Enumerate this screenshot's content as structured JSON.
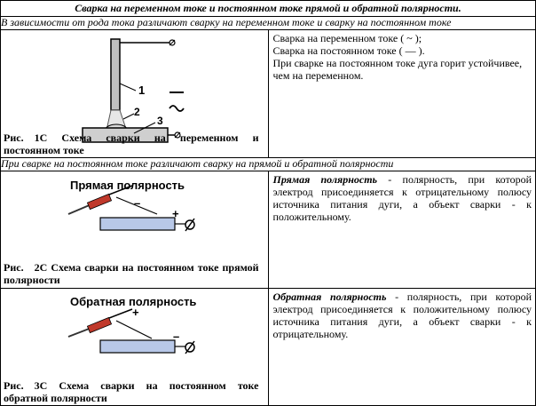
{
  "title": "Сварка на переменном токе и постоянном токе прямой и обратной полярности.",
  "section1": "В зависимости от  рода тока различают сварку на переменном токе и сварку на постоянном токе",
  "row1": {
    "caption_label": "Рис.",
    "caption_text": "1С Схема сварки на переменном и постоянном токе",
    "diagram_labels": {
      "electrode_num": "1",
      "arc_num": "2",
      "workpiece_num": "3"
    },
    "right_lines": [
      "Сварка на переменном токе ( ~ );",
      "Сварка на постоянном токе ( — ).",
      "При сварке на постоянном токе дуга горит устойчивее, чем на переменном."
    ]
  },
  "section2": "При сварке на постоянном токе различают сварку на прямой и обратной полярности",
  "row2": {
    "diagram_title": "Прямая полярность",
    "minus": "–",
    "plus": "+",
    "caption_label": "Рис.",
    "caption_text": "2С Схема сварки на постоянном токе прямой полярности",
    "term": "Прямая полярность",
    "desc": " - полярность, при которой электрод присоединяется к отрицательному полюсу источника питания дуги, а объект сварки - к положительному."
  },
  "row3": {
    "diagram_title": "Обратная полярность",
    "minus": "–",
    "plus": "+",
    "caption_label": "Рис.",
    "caption_text": "3С Схема сварки на постоянном токе обратной полярности",
    "term": "Обратная полярность",
    "desc": " - полярность, при которой электрод присоединяется к положительному полюсу источника питания дуги, а объект сварки - к отрицательному."
  }
}
